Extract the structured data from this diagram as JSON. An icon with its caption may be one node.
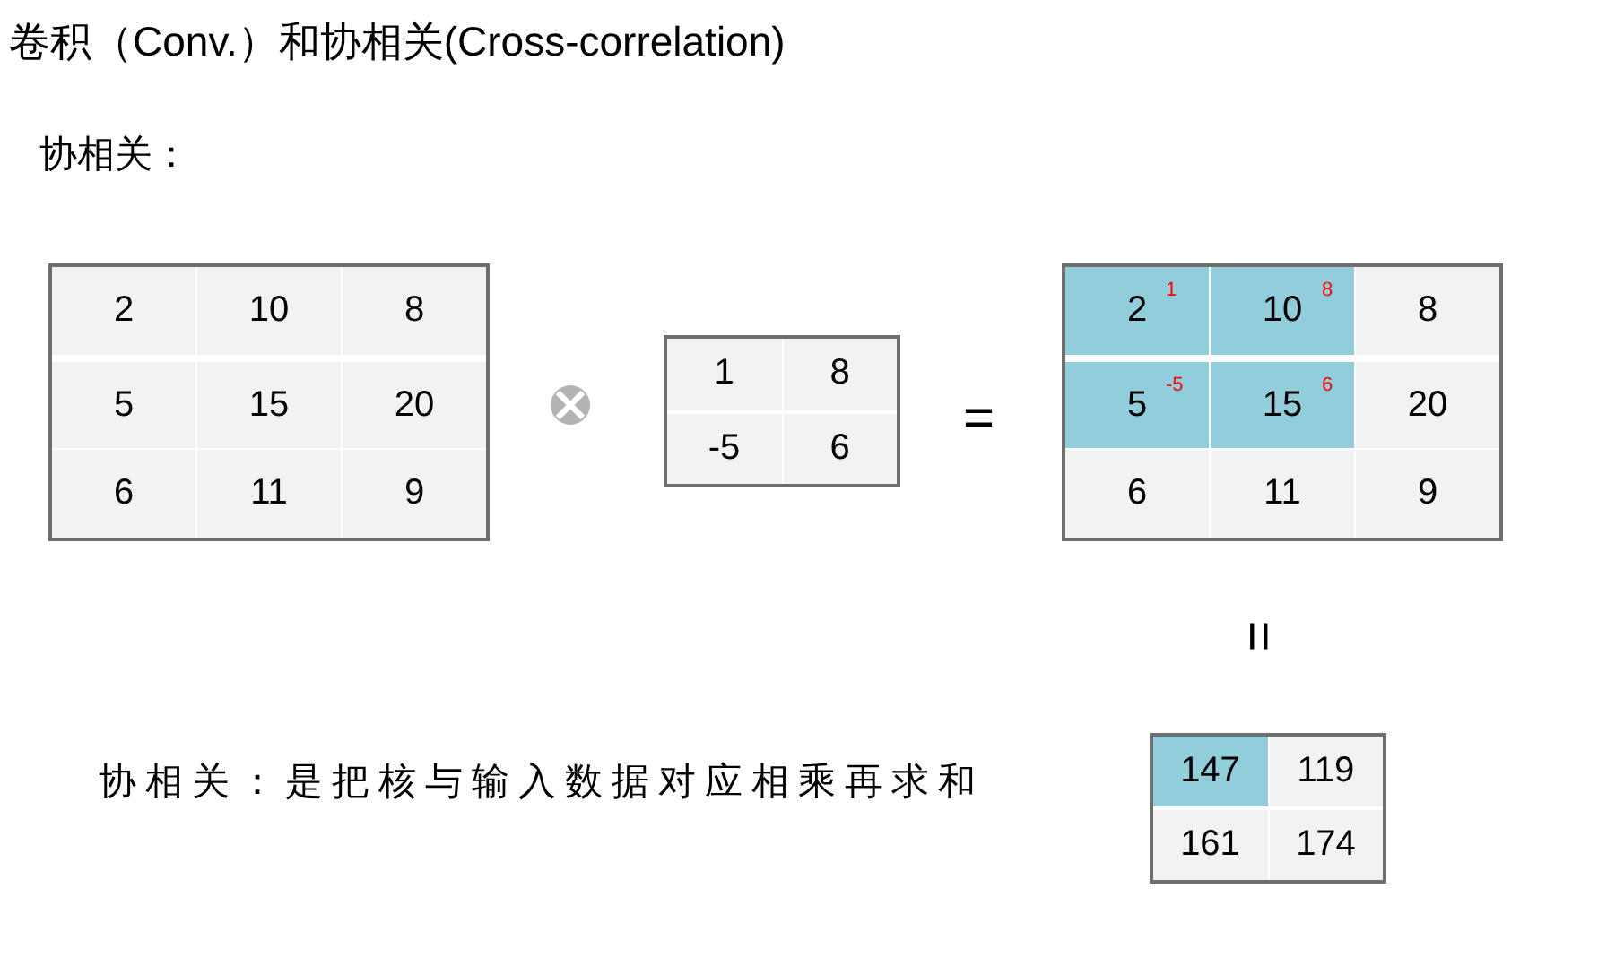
{
  "diagram": {
    "title": "卷积（Conv.）和协相关(Cross-correlation)",
    "nodes": [
      {
        "text": [],
        "shape": "box"
      },
      {
        "text": [
          "2"
        ],
        "in": 0
      },
      {
        "text": [
          "10"
        ],
        "in": 0
      },
      {
        "text": [
          "8"
        ],
        "in": 0
      },
      {
        "text": [
          "5"
        ],
        "in": 0
      },
      {
        "text": [
          "15"
        ],
        "in": 0
      },
      {
        "text": [
          "20"
        ],
        "in": 0
      },
      {
        "text": [
          "6"
        ],
        "in": 0
      },
      {
        "text": [
          "11"
        ],
        "in": 0
      },
      {
        "text": [
          "9"
        ],
        "in": 0
      },
      {
        "text": [],
        "shape": "box"
      },
      {
        "text": [
          "1"
        ],
        "in": 10
      },
      {
        "text": [
          "8"
        ],
        "in": 10
      },
      {
        "text": [
          "-5"
        ],
        "in": 10
      },
      {
        "text": [
          "6"
        ],
        "in": 10
      },
      {
        "text": [],
        "shape": "box"
      },
      {
        "text": [
          "2",
          "1"
        ],
        "in": 15
      },
      {
        "text": [
          "10",
          "8"
        ],
        "in": 15
      },
      {
        "text": [
          "8"
        ],
        "in": 15
      },
      {
        "text": [
          "5",
          "-5"
        ],
        "in": 15
      },
      {
        "text": [
          "15",
          "6"
        ],
        "in": 15
      },
      {
        "text": [
          "20"
        ],
        "in": 15
      },
      {
        "text": [
          "6"
        ],
        "in": 15
      },
      {
        "text": [
          "11"
        ],
        "in": 15
      },
      {
        "text": [
          "9"
        ],
        "in": 15
      },
      {
        "text": [],
        "shape": "box"
      },
      {
        "text": [
          "147"
        ],
        "in": 25
      },
      {
        "text": [
          "119"
        ],
        "in": 25
      },
      {
        "text": [
          "161"
        ],
        "in": 25
      },
      {
        "text": [
          "174"
        ],
        "in": 25
      }
    ],
    "labels": [
      "协相关：",
      "=",
      "=",
      "协相关：是把核与输入数据对应相乘再求和"
    ]
  }
}
